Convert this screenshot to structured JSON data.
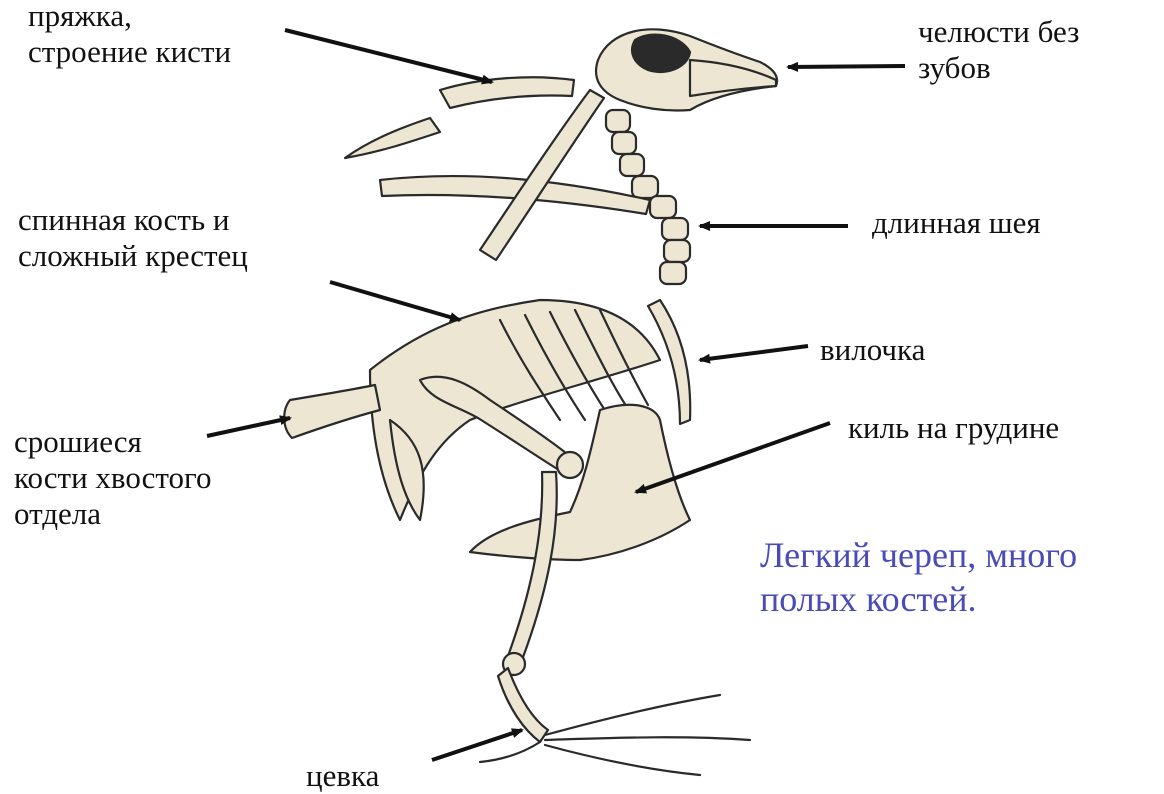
{
  "labels": {
    "buckle_hand": [
      "пряжка,",
      "строение кисти"
    ],
    "jaws": [
      "челюсти без",
      "зубов"
    ],
    "spine_sacrum": [
      "спинная кость и",
      "сложный крестец"
    ],
    "long_neck": "длинная шея",
    "furcula": "вилочка",
    "tail_bones": [
      "срошиеся",
      "кости хвостого",
      "отдела"
    ],
    "keel": "киль на грудине",
    "tarsus": "цевка"
  },
  "note": [
    "Легкий череп, много",
    "полых костей."
  ],
  "colors": {
    "text": "#111111",
    "note": "#4a4ab8",
    "bone_fill": "#ece6d2",
    "bone_stroke": "#2a2a2a"
  }
}
